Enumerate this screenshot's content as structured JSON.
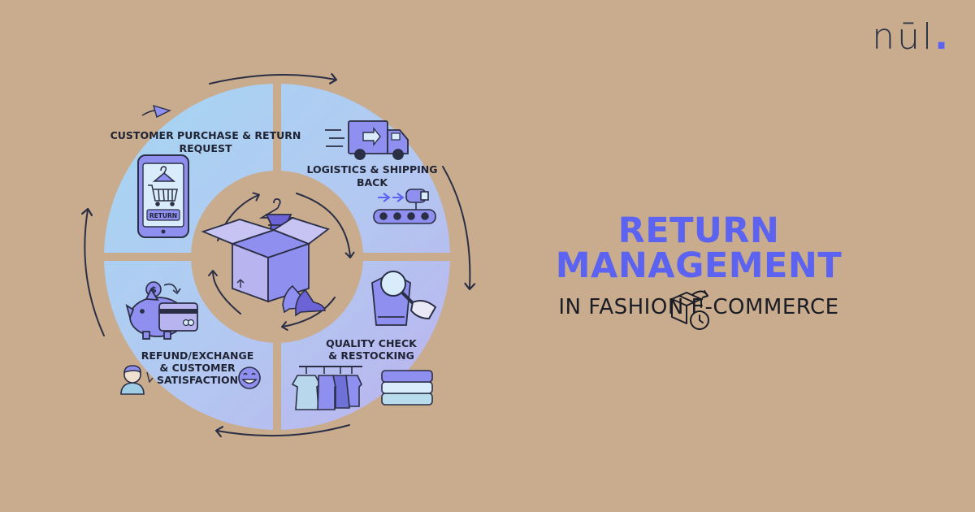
{
  "logo": {
    "text": "nūl",
    "dot": "."
  },
  "headline": {
    "title": "RETURN MANAGEMENT",
    "subtitle": "IN FASHION E-COMMERCE"
  },
  "cycle": {
    "steps": [
      {
        "line1": "CUSTOMER PURCHASE & RETURN",
        "line2": "REQUEST",
        "return_label": "RETURN"
      },
      {
        "line1": "LOGISTICS & SHIPPING",
        "line2": "BACK"
      },
      {
        "line1": "QUALITY CHECK",
        "line2": "& RESTOCKING"
      },
      {
        "line1": "REFUND/EXCHANGE",
        "line2": "& CUSTOMER",
        "line3": "SATISFACTION",
        "coin_symbol": "$"
      }
    ]
  },
  "colors": {
    "background": "#c9ab8d",
    "accent": "#5b63f0",
    "text_dark": "#1b1d26",
    "ring_light": "#a9d3ee",
    "ring_purple": "#b8b4f0",
    "icon_purple": "#8f8ff0"
  },
  "icons": [
    "return-arrow-icon",
    "phone-cart-icon",
    "hanger-icon",
    "truck-icon",
    "conveyor-scanner-icon",
    "magnifier-icon",
    "sweater-icon",
    "clothes-rack-icon",
    "folded-clothes-icon",
    "piggy-bank-icon",
    "credit-card-icon",
    "coin-icon",
    "person-icon",
    "smiley-icon",
    "dress-box-icon",
    "shoes-icon",
    "package-return-icon"
  ]
}
